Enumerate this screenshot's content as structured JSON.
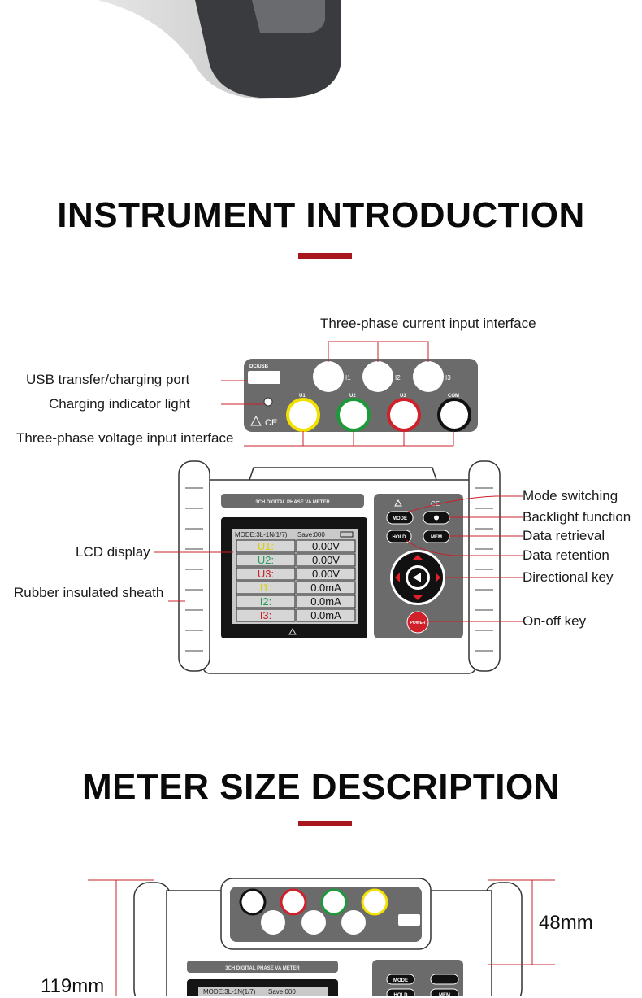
{
  "sections": {
    "intro_title": "INSTRUMENT INTRODUCTION",
    "size_title": "METER SIZE DESCRIPTION"
  },
  "callouts": {
    "current_input": "Three-phase current input interface",
    "usb_port": "USB transfer/charging port",
    "charging_light": "Charging indicator light",
    "voltage_input": "Three-phase voltage input interface",
    "lcd_display": "LCD display",
    "rubber_sheath": "Rubber insulated sheath",
    "mode_switching": "Mode switching",
    "backlight": "Backlight function",
    "data_retrieval": "Data retrieval",
    "data_retention": "Data retention",
    "directional_key": "Directional key",
    "on_off_key": "On-off key"
  },
  "top_panel": {
    "usb_label": "DC/USB",
    "current_jacks": [
      "I1",
      "I2",
      "I3"
    ],
    "voltage_jacks": [
      "U1",
      "U2",
      "U3",
      "COM"
    ],
    "ce_mark": "CE"
  },
  "meter": {
    "name_plate": "3CH DIGITAL PHASE VA METER",
    "buttons": {
      "mode": "MODE",
      "hold": "HOLD",
      "mem": "MEM",
      "power": "POWER"
    },
    "lcd": {
      "mode": "MODE:3L-1N(1/7)",
      "save": "Save:000",
      "rows": [
        {
          "label": "U1:",
          "value": "0.00V",
          "color": "#d8d000"
        },
        {
          "label": "U2:",
          "value": "0.00V",
          "color": "#2a9a5a"
        },
        {
          "label": "U3:",
          "value": "0.00V",
          "color": "#c8202a"
        },
        {
          "label": "I1:",
          "value": "0.0mA",
          "color": "#d8d000"
        },
        {
          "label": "I2:",
          "value": "0.0mA",
          "color": "#2a9a5a"
        },
        {
          "label": "I3:",
          "value": "0.0mA",
          "color": "#c8202a"
        }
      ]
    }
  },
  "dimensions": {
    "depth": "48mm",
    "height": "119mm"
  },
  "colors": {
    "accent": "#a8171b",
    "panel": "#6b6b6b"
  }
}
